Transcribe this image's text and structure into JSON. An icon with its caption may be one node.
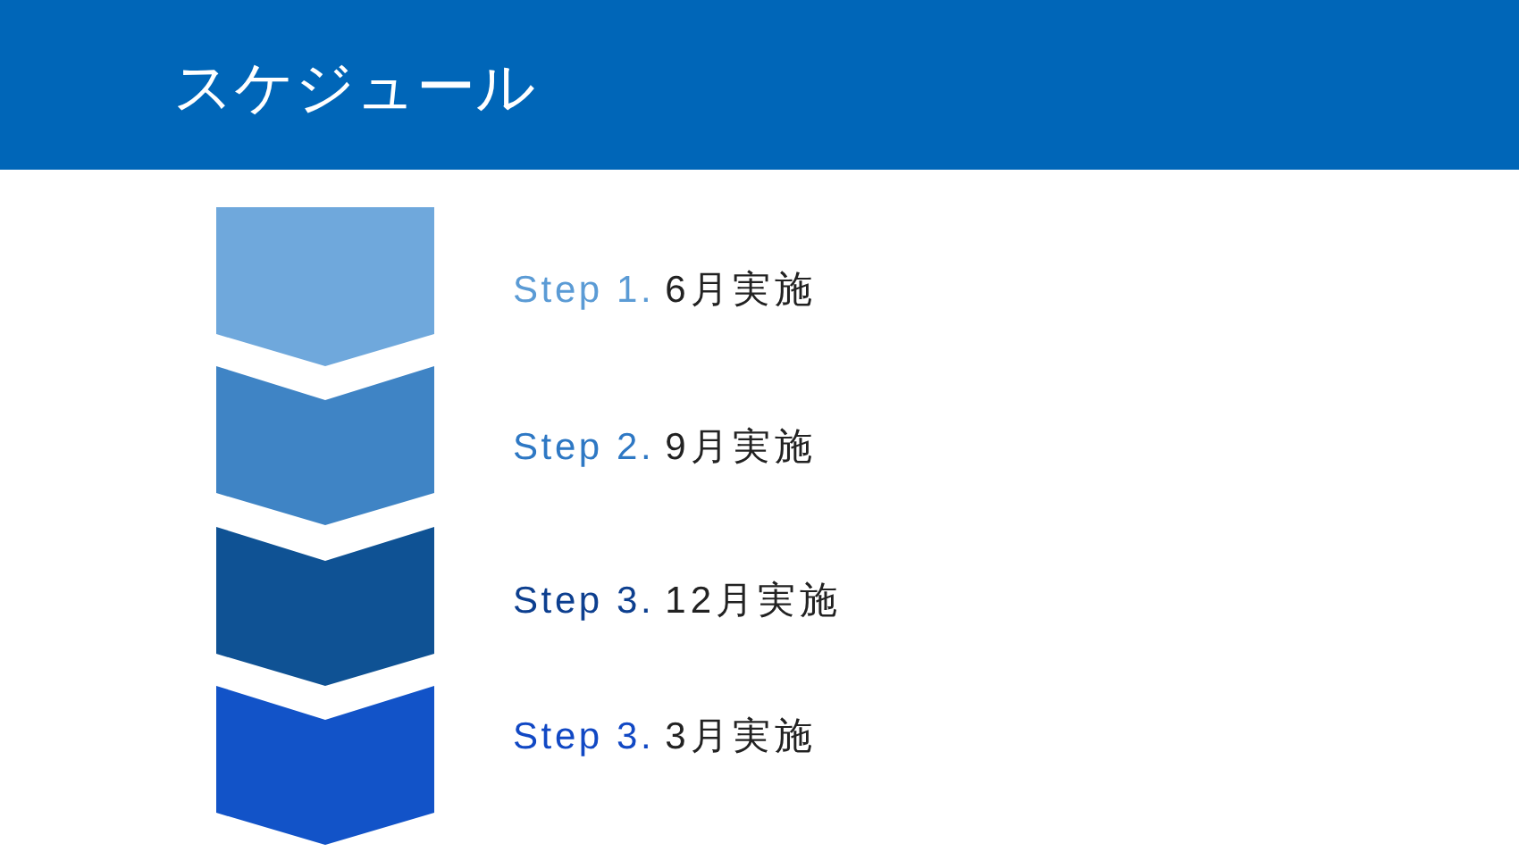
{
  "diagram": {
    "title": "スケジュール",
    "nodes": [
      {
        "text": [],
        "shape": "pentagon",
        "beside": [
          "Step 1.",
          "6月実施"
        ]
      },
      {
        "text": [],
        "shape": "chevron",
        "beside": [
          "Step 2.",
          "9月実施"
        ]
      },
      {
        "text": [],
        "shape": "chevron",
        "beside": [
          "Step 3.",
          "12月実施"
        ]
      },
      {
        "text": [],
        "shape": "chevron",
        "beside": [
          "Step 3.",
          "3月実施"
        ]
      }
    ]
  }
}
